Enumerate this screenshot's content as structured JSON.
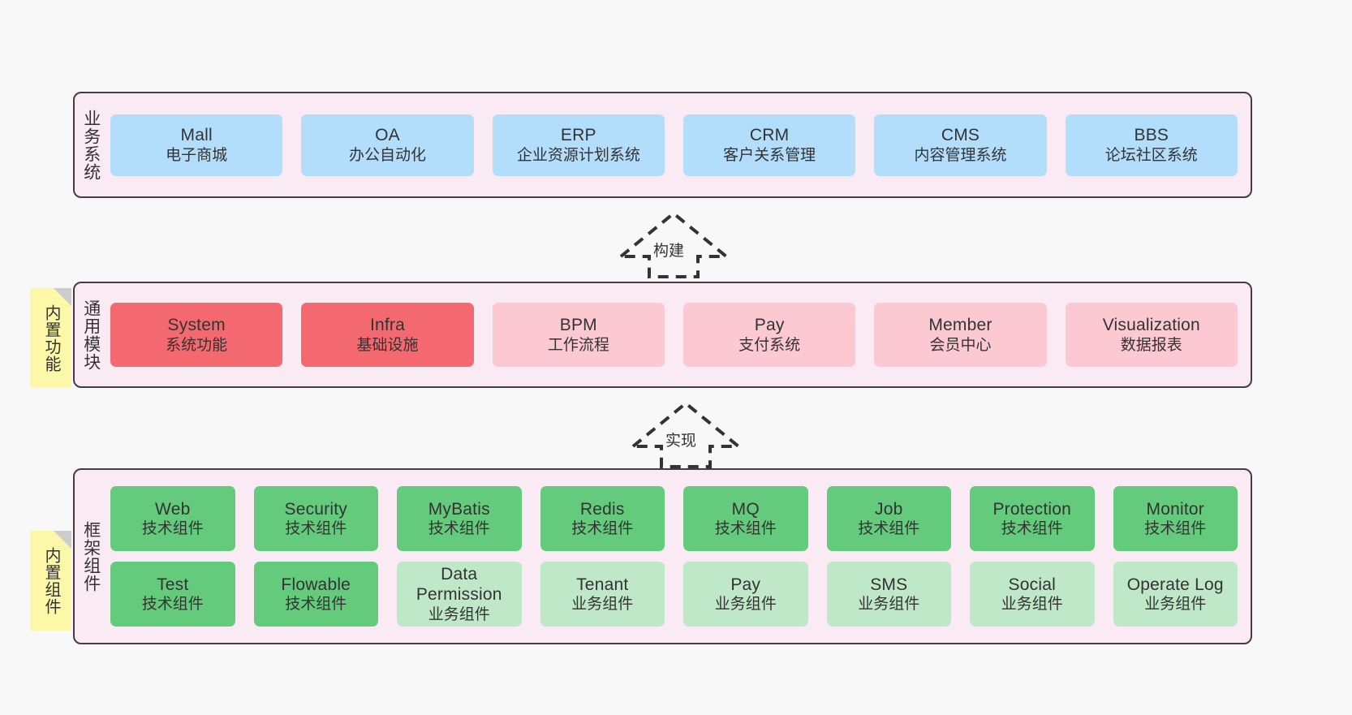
{
  "diagram": {
    "title_hidden": "",
    "background_color": "#f8f8f8",
    "border_color": "#4a3a45",
    "panel_color": "#f9eaf4"
  },
  "layers": [
    {
      "id": "business",
      "title": "业务系统",
      "node_color": "#b2ddfb",
      "nodes": [
        {
          "name": "Mall",
          "sub": "电子商城"
        },
        {
          "name": "OA",
          "sub": "办公自动化"
        },
        {
          "name": "ERP",
          "sub": "企业资源计划系统"
        },
        {
          "name": "CRM",
          "sub": "客户关系管理"
        },
        {
          "name": "CMS",
          "sub": "内容管理系统"
        },
        {
          "name": "BBS",
          "sub": "论坛社区系统"
        }
      ]
    },
    {
      "id": "common",
      "title": "通用模块",
      "note": "内置功能",
      "node_colors": [
        "#f4696f",
        "#fcc8d2"
      ],
      "nodes": [
        {
          "name": "System",
          "sub": "系统功能",
          "color": "#f4696f"
        },
        {
          "name": "Infra",
          "sub": "基础设施",
          "color": "#f4696f"
        },
        {
          "name": "BPM",
          "sub": "工作流程",
          "color": "#fcc8d2"
        },
        {
          "name": "Pay",
          "sub": "支付系统",
          "color": "#fcc8d2"
        },
        {
          "name": "Member",
          "sub": "会员中心",
          "color": "#fcc8d2"
        },
        {
          "name": "Visualization",
          "sub": "数据报表",
          "color": "#fcc8d2"
        }
      ]
    },
    {
      "id": "framework",
      "title": "框架组件",
      "note": "内置组件",
      "node_colors": [
        "#64cb7d",
        "#bfe8c8"
      ],
      "row1": [
        {
          "name": "Web",
          "sub": "技术组件"
        },
        {
          "name": "Security",
          "sub": "技术组件"
        },
        {
          "name": "MyBatis",
          "sub": "技术组件"
        },
        {
          "name": "Redis",
          "sub": "技术组件"
        },
        {
          "name": "MQ",
          "sub": "技术组件"
        },
        {
          "name": "Job",
          "sub": "技术组件"
        },
        {
          "name": "Protection",
          "sub": "技术组件"
        },
        {
          "name": "Monitor",
          "sub": "技术组件"
        }
      ],
      "row2": [
        {
          "name": "Test",
          "sub": "技术组件",
          "color": "#64cb7d"
        },
        {
          "name": "Flowable",
          "sub": "技术组件",
          "color": "#64cb7d"
        },
        {
          "name": "Data Permission",
          "sub": "业务组件",
          "color": "#bfe8c8"
        },
        {
          "name": "Tenant",
          "sub": "业务组件",
          "color": "#bfe8c8"
        },
        {
          "name": "Pay",
          "sub": "业务组件",
          "color": "#bfe8c8"
        },
        {
          "name": "SMS",
          "sub": "业务组件",
          "color": "#bfe8c8"
        },
        {
          "name": "Social",
          "sub": "业务组件",
          "color": "#bfe8c8"
        },
        {
          "name": "Operate Log",
          "sub": "业务组件",
          "color": "#bfe8c8"
        }
      ]
    }
  ],
  "connectors": [
    {
      "id": "build",
      "label": "构建",
      "style": "dashed-generalization"
    },
    {
      "id": "implement",
      "label": "实现",
      "style": "dashed-generalization"
    }
  ]
}
